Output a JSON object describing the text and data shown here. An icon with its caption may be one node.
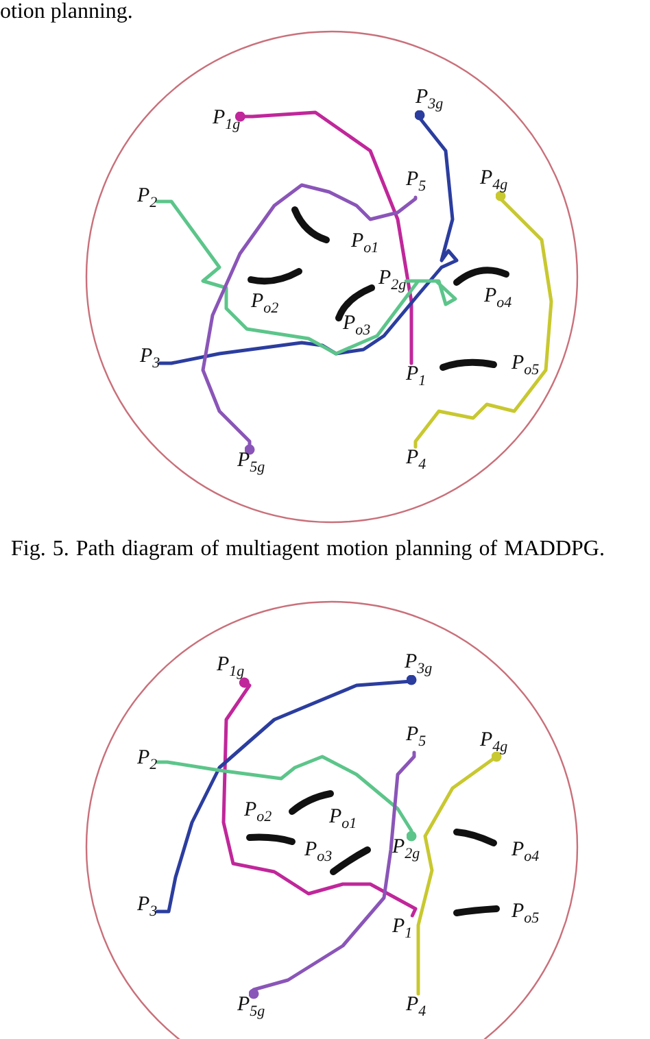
{
  "diagram": {
    "caption": "Fig. 5. Path diagram of multiagent motion planning of MADDPG.",
    "nodes": [
      {
        "text": [
          "P$_{3g}$"
        ]
      },
      {
        "text": [
          "P$_{1g}$"
        ]
      },
      {
        "text": [
          "P$_{4g}$"
        ]
      },
      {
        "text": [
          "P$_{5}$"
        ]
      },
      {
        "text": [
          "P$_{2}$"
        ]
      },
      {
        "text": [
          "P$_{2g}$"
        ]
      },
      {
        "text": [
          "P$_{3}$"
        ]
      },
      {
        "text": [
          "P$_{1}$"
        ]
      },
      {
        "text": [
          "P$_{5g}$"
        ]
      },
      {
        "text": [
          "P$_{4}$"
        ]
      },
      {
        "text": [
          "P$_{1g}$"
        ]
      },
      {
        "text": [
          "P$_{3g}$"
        ]
      },
      {
        "text": [
          "P$_{5}$"
        ]
      },
      {
        "text": [
          "P$_{4g}$"
        ]
      },
      {
        "text": [
          "P$_{2}$"
        ]
      },
      {
        "text": [
          "P$_{2g}$"
        ]
      },
      {
        "text": [
          "P$_{3}$"
        ]
      },
      {
        "text": [
          "P$_{1}$"
        ]
      },
      {
        "text": [
          "P$_{5g}$"
        ]
      },
      {
        "text": [
          "P$_{4}$"
        ]
      }
    ],
    "edges": [
      {
        "from": 7,
        "to": 1,
        "arrow": "other",
        "color": "#c0279a"
      },
      {
        "from": 6,
        "to": 0,
        "arrow": "other",
        "color": "#2b3d9e"
      },
      {
        "from": 4,
        "to": 5,
        "arrow": "none",
        "color": "#5cc58a"
      },
      {
        "from": 9,
        "to": 2,
        "arrow": "other",
        "color": "#c8c830"
      },
      {
        "from": 3,
        "to": 8,
        "arrow": "other",
        "color": "#8a55b8"
      },
      {
        "from": 17,
        "to": 10,
        "arrow": "other",
        "color": "#c0279a"
      },
      {
        "from": 16,
        "to": 11,
        "arrow": "other",
        "color": "#2b3d9e"
      },
      {
        "from": 14,
        "to": 15,
        "arrow": "other",
        "color": "#5cc58a"
      },
      {
        "from": 19,
        "to": 13,
        "arrow": "other",
        "color": "#c8c830"
      },
      {
        "from": 12,
        "to": 18,
        "arrow": "other",
        "color": "#8a55b8"
      }
    ],
    "labels": [
      "otion planning.",
      "P$_{o1}$",
      "P$_{o2}$",
      "P$_{o4}$",
      "P$_{o3}$",
      "P$_{o5}$",
      "P$_{o2}$",
      "P$_{o1}$",
      "P$_{o3}$",
      "P$_{o4}$",
      "P$_{o5}$"
    ]
  }
}
